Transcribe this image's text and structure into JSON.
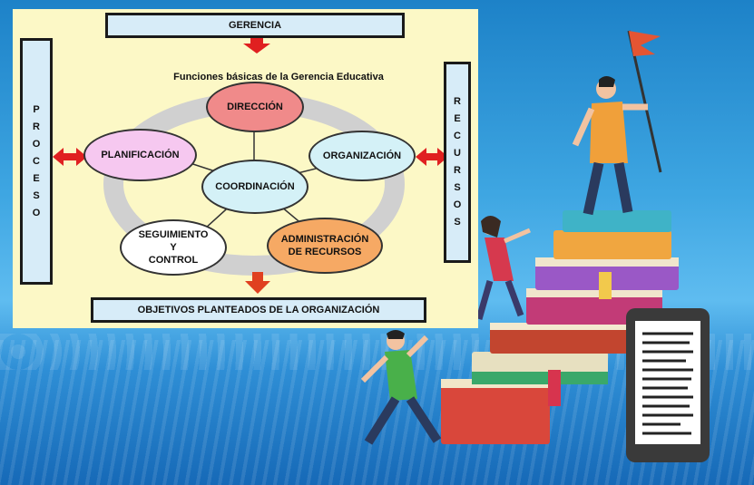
{
  "diagram": {
    "top_box": "GERENCIA",
    "subtitle": "Funciones básicas de la Gerencia Educativa",
    "left_box": [
      "P",
      "R",
      "O",
      "C",
      "E",
      "S",
      "O"
    ],
    "right_box": [
      "R",
      "E",
      "C",
      "U",
      "R",
      "S",
      "O",
      "S"
    ],
    "nodes": {
      "center": "COORDINACIÓN",
      "top": "DIRECCIÓN",
      "left": "PLANIFICACIÓN",
      "right": "ORGANIZACIÓN",
      "bottom_left": [
        "SEGUIMIENTO",
        "Y",
        "CONTROL"
      ],
      "bottom_right": [
        "ADMINISTRACIÓN",
        "DE RECURSOS"
      ]
    },
    "bottom_box": "OBJETIVOS PLANTEADOS DE LA ORGANIZACIÓN"
  },
  "colors": {
    "panel": "#fcf8c6",
    "box_fill": "#d7ecf8",
    "direccion": "#f08a8a",
    "planificacion": "#f6c8f0",
    "organizacion": "#d4f1f7",
    "coordinacion": "#d4f1f7",
    "seguimiento": "#ffffff",
    "administracion": "#f6a964",
    "arrow": "#e02020",
    "ring": "#d0d0d0"
  },
  "illustration": {
    "items": [
      "flag-icon",
      "climbing-man",
      "climbing-woman",
      "running-man",
      "book-stack",
      "tablet-icon"
    ]
  }
}
